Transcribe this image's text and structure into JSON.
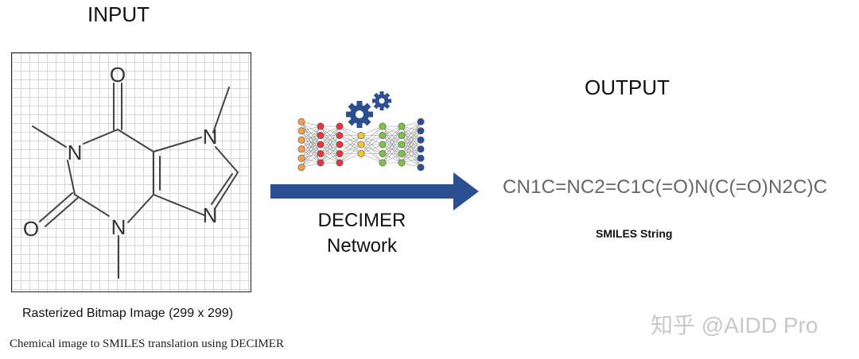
{
  "headings": {
    "input": "INPUT",
    "output": "OUTPUT"
  },
  "input_image": {
    "caption": "Rasterized Bitmap Image (299 x 299)",
    "atoms": {
      "o_top": "O",
      "o_left": "O",
      "n1": "N",
      "n3": "N",
      "n7": "N",
      "n9": "N"
    }
  },
  "network": {
    "label_line1": "DECIMER",
    "label_line2": "Network"
  },
  "output": {
    "smiles": "CN1C=NC2=C1C(=O)N(C(=O)N2C)C",
    "label": "SMILES String"
  },
  "figure_caption": "Chemical image to SMILES translation using DECIMER",
  "watermark": "知乎 @AIDD Pro",
  "colors": {
    "arrow": "#2c4f93",
    "gear": "#2c4f93",
    "layer_colors": [
      "#f2a04a",
      "#e0393e",
      "#e0393e",
      "#f1c232",
      "#7cc24a",
      "#7cc24a",
      "#2c4f93"
    ]
  }
}
